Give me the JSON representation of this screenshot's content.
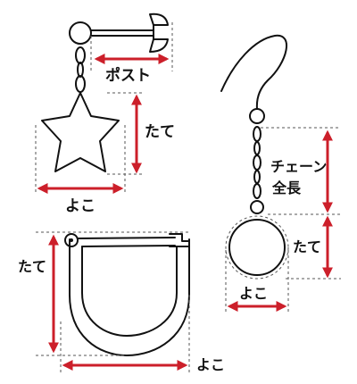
{
  "colors": {
    "arrow": "#cc1f2a",
    "outline": "#111111",
    "guide": "#555555"
  },
  "labels": {
    "stud_post": "ポスト",
    "stud_height": "たて",
    "stud_width": "よこ",
    "hook_chain_length": "チェーン全長",
    "hook_chain_length_line1": "チェーン",
    "hook_chain_length_line2": "全長",
    "hook_height": "たて",
    "hook_width": "よこ",
    "hoop_height": "たて",
    "hoop_width": "よこ"
  }
}
